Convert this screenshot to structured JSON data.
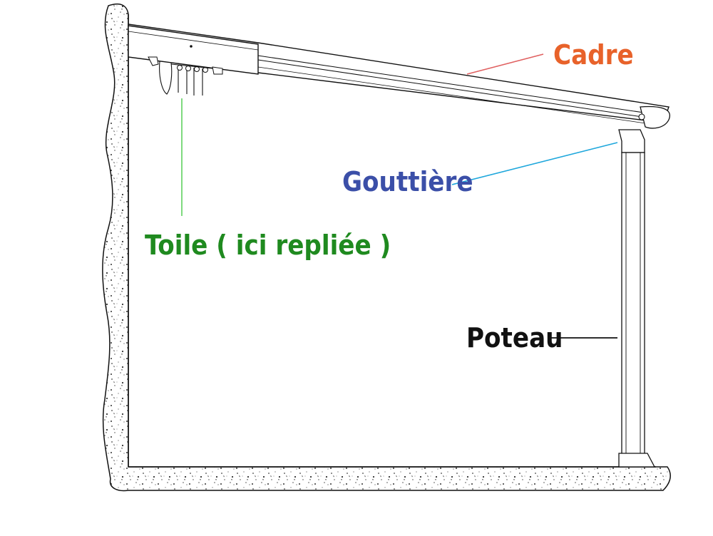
{
  "labels": {
    "cadre": "Cadre",
    "gouttiere": "Gouttière",
    "toile": "Toile ( ici repliée )",
    "poteau": "Poteau"
  },
  "colors": {
    "cadre": "#e8622a",
    "gouttiere": "#3b4fa8",
    "toile": "#1f8a1f",
    "poteau": "#111111",
    "cadre_line": "#e06060",
    "gouttiere_line": "#1ea7dc",
    "toile_line": "#5fd05f",
    "poteau_line": "#111111"
  }
}
